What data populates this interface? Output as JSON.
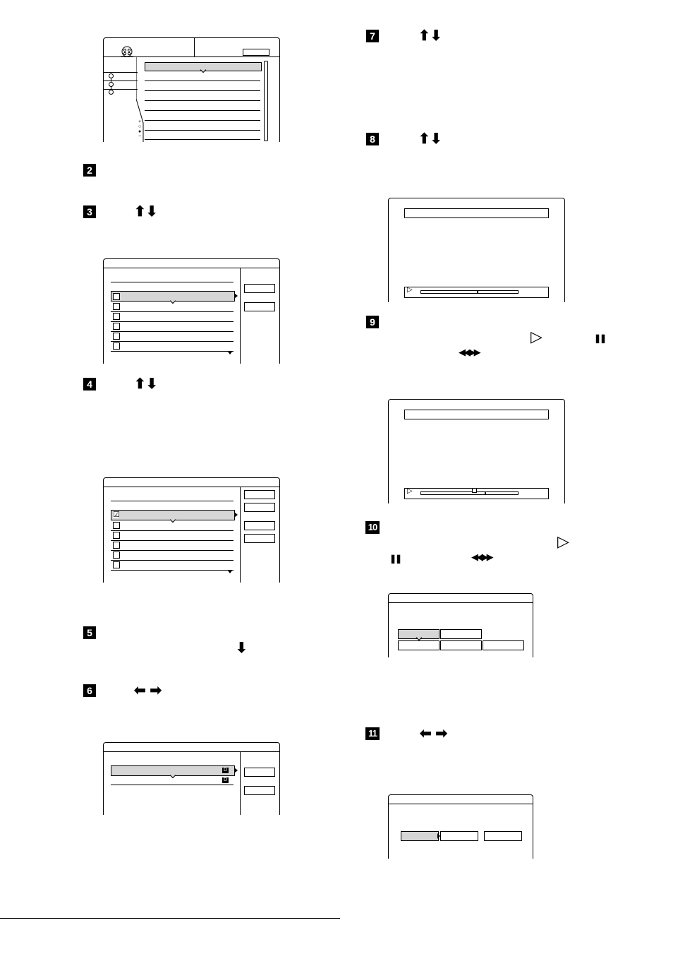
{
  "steps": [
    {
      "badge": "2"
    },
    {
      "badge": "3",
      "arrows": "⬆⬇"
    },
    {
      "badge": "4",
      "arrows": "⬆⬇"
    },
    {
      "badge": "5",
      "arrows": "⬇"
    },
    {
      "badge": "6",
      "arrows": "⬅ ➡"
    },
    {
      "badge": "7",
      "arrows": "⬆⬇"
    },
    {
      "badge": "8",
      "arrows": "⬆⬇"
    },
    {
      "badge": "9",
      "play": "▷",
      "pause": "❚❚",
      "rew_ff": "◀◀ ▶▶"
    },
    {
      "badge": "10",
      "play": "▷",
      "pause": "❚❚",
      "rew_ff": "◀◀ ▶▶"
    },
    {
      "badge": "11",
      "arrows": "⬅ ➡"
    }
  ],
  "icons": {
    "film_reel": "film-reel-icon",
    "checkbox_checked": "☑",
    "play_marker": "▷",
    "disc_badge": "D"
  }
}
